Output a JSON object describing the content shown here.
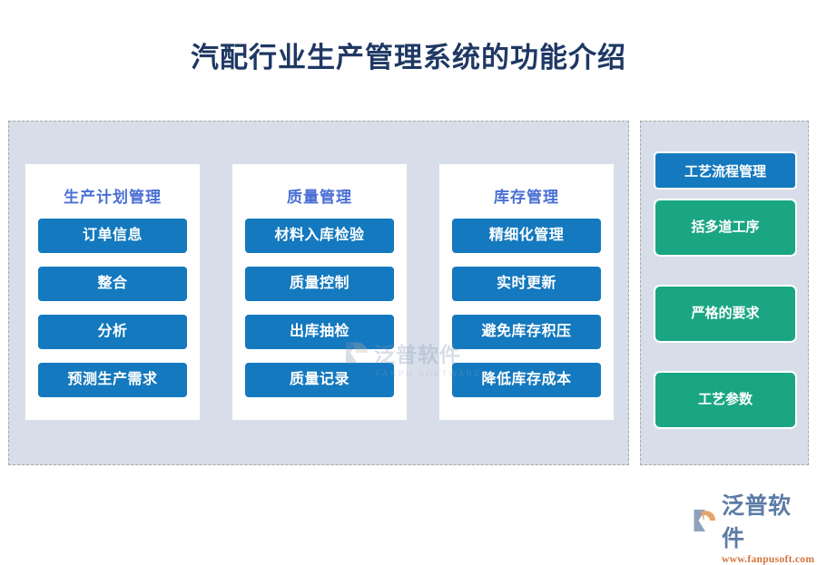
{
  "title": "汽配行业生产管理系统的功能介绍",
  "colors": {
    "title_navy": "#1f3864",
    "panel_bg": "#d8dee9",
    "panel_border": "#a8a8a8",
    "card_bg": "#ffffff",
    "column_header": "#4a6fd4",
    "item_blue": "#1479be",
    "item_green": "#1aa683",
    "logo_blue": "#5c7ba6",
    "logo_orange": "#d4743c"
  },
  "main_panel": {
    "columns": [
      {
        "header": "生产计划管理",
        "items": [
          "订单信息",
          "整合",
          "分析",
          "预测生产需求"
        ]
      },
      {
        "header": "质量管理",
        "items": [
          "材料入库检验",
          "质量控制",
          "出库抽检",
          "质量记录"
        ]
      },
      {
        "header": "库存管理",
        "items": [
          "精细化管理",
          "实时更新",
          "避免库存积压",
          "降低库存成本"
        ]
      }
    ]
  },
  "side_panel": {
    "header": "工艺流程管理",
    "items": [
      "括多道工序",
      "严格的要求",
      "工艺参数"
    ]
  },
  "watermark": {
    "name": "泛普软件",
    "subtitle": "FANPU SOFTWARE"
  },
  "logo": {
    "name": "泛普软件",
    "url": "www.fanpusoft.com"
  }
}
